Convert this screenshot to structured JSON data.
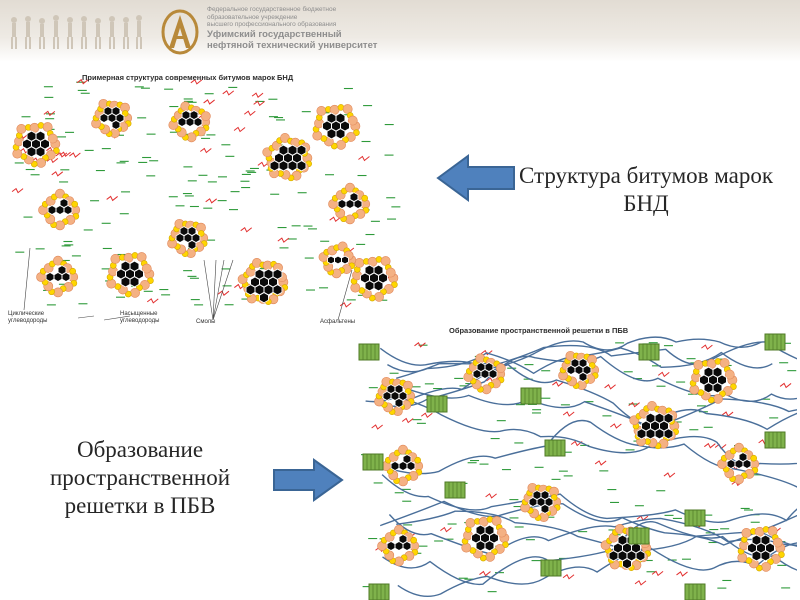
{
  "header": {
    "org_small": [
      "Федеральное государственное бюджетное",
      "образовательное учреждение",
      "высшего профессионального образования"
    ],
    "org_big": [
      "Уфимский государственный",
      "нефтяной технический университет"
    ]
  },
  "panel_top": {
    "title": "Примерная структура современных битумов марок БНД",
    "labels": {
      "cyclic": "Циклические углеводороды",
      "saturated": "Насыщенные углеводороды",
      "resins": "Смолы",
      "asphaltenes": "Асфальтены"
    }
  },
  "panel_bottom": {
    "title": "Образование пространственной решетки в ПБВ"
  },
  "captions": {
    "top_right": "Структура битумов марок БНД",
    "bottom_left": "Образование пространственной решетки в ПБВ"
  },
  "colors": {
    "arrow_fill": "#4f81bd",
    "arrow_stroke": "#3a6595",
    "asphaltene": "#0a0a0a",
    "resin_orange": "#f4b183",
    "resin_yellow": "#ffd500",
    "saturated_line": "#2e9a3a",
    "cyclic_line": "#e23030",
    "polymer_chain": "#4a6f9a",
    "polymer_block": "#7fb24b"
  }
}
